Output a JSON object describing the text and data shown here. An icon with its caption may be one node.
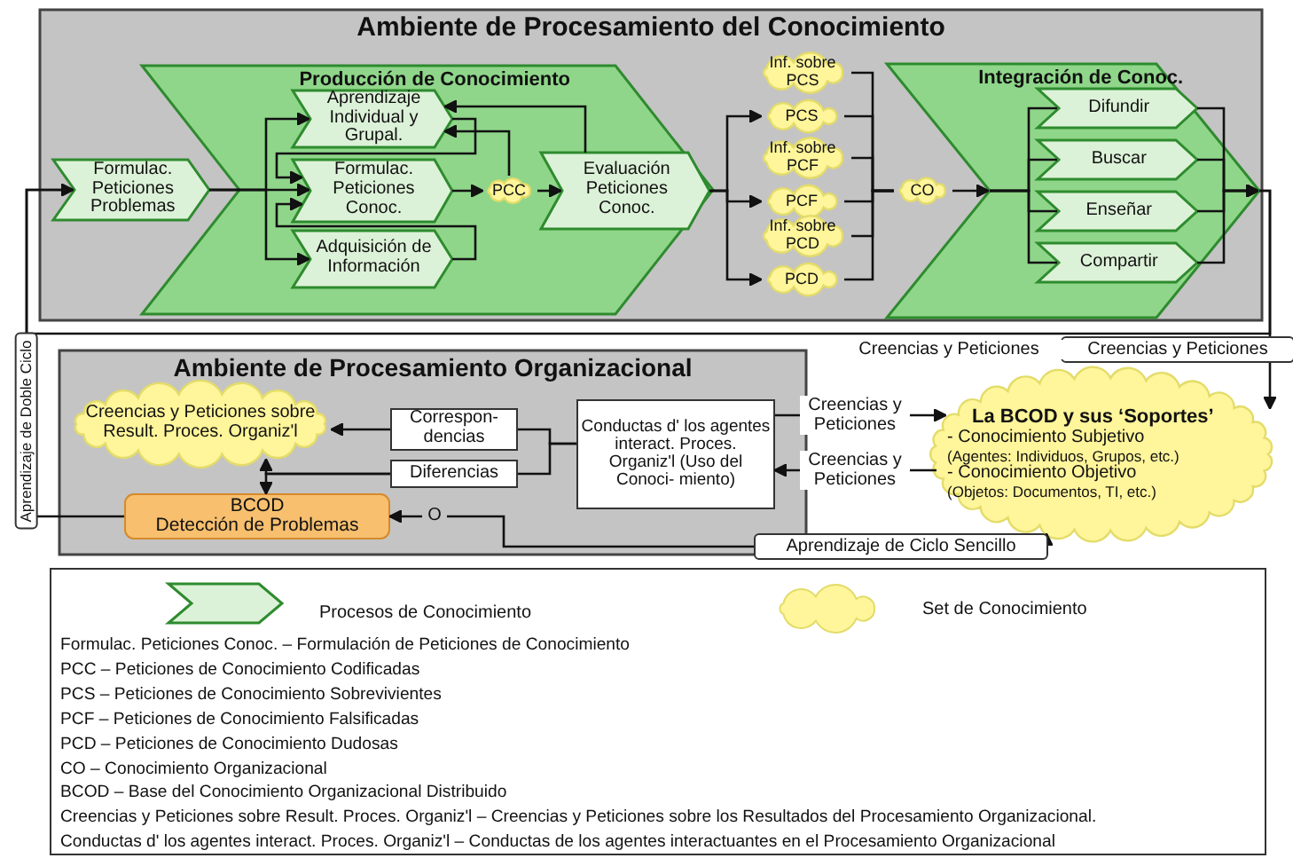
{
  "diagram": {
    "nodes": [
      {
        "text": [
          "Ambiente de Procesamiento del Conocimiento"
        ]
      },
      {
        "text": [
          "Producción de Conocimiento"
        ],
        "in": 0
      },
      {
        "text": [
          "Formulac. Peticiones Problemas"
        ],
        "in": 0
      },
      {
        "text": [
          "Aprendizaje Individual y Grupal."
        ],
        "in": 1
      },
      {
        "text": [
          "Formulac. Peticiones Conoc."
        ],
        "in": 1
      },
      {
        "text": [
          "Adquisición de Información"
        ],
        "in": 1
      },
      {
        "text": [
          "PCC"
        ],
        "in": 1
      },
      {
        "text": [
          "Evaluación Peticiones Conoc."
        ],
        "in": 1
      },
      {
        "text": [
          "Inf. sobre PCS"
        ],
        "in": 0
      },
      {
        "text": [
          "PCS"
        ],
        "in": 0
      },
      {
        "text": [
          "Inf. sobre PCF"
        ],
        "in": 0
      },
      {
        "text": [
          "PCF"
        ],
        "in": 0
      },
      {
        "text": [
          "Inf. sobre PCD"
        ],
        "in": 0
      },
      {
        "text": [
          "PCD"
        ],
        "in": 0
      },
      {
        "text": [
          "CO"
        ],
        "in": 0
      },
      {
        "text": [
          "Integración de Conoc."
        ],
        "in": 0
      },
      {
        "text": [
          "Difundir"
        ],
        "in": 15
      },
      {
        "text": [
          "Buscar"
        ],
        "in": 15
      },
      {
        "text": [
          "Enseñar"
        ],
        "in": 15
      },
      {
        "text": [
          "Compartir"
        ],
        "in": 15
      },
      {
        "text": [
          "Ambiente de Procesamiento Organizacional"
        ]
      },
      {
        "text": [
          "Creencias y Peticiones sobre Result. Proces. Organiz'l"
        ],
        "in": 20
      },
      {
        "text": [
          "Correspon- dencias"
        ],
        "in": 20
      },
      {
        "text": [
          "Diferencias"
        ],
        "in": 20
      },
      {
        "text": [
          "Conductas d' los agentes interact. Proces. Organiz'l (Uso del Conoci- miento)"
        ],
        "in": 20
      },
      {
        "text": [
          "BCOD",
          "Detección de Problemas"
        ],
        "in": 20
      },
      {
        "text": [
          "La BCOD y sus ‘Soportes’",
          "- Conocimiento Subjetivo",
          "(Agentes: Individuos, Grupos, etc.)",
          "- Conocimiento Objetivo",
          "(Objetos: Documentos, TI, etc.)"
        ]
      },
      {
        "text": [
          "O"
        ],
        "in": 20
      }
    ],
    "edges": [
      {
        "from": 2,
        "to": 3,
        "arrow": "to"
      },
      {
        "from": 2,
        "to": 4,
        "arrow": "to"
      },
      {
        "from": 2,
        "to": 5,
        "arrow": "to"
      },
      {
        "from": 3,
        "to": 4,
        "arrow": "to"
      },
      {
        "from": 5,
        "to": 4,
        "arrow": "to"
      },
      {
        "from": 4,
        "to": 6,
        "arrow": "to"
      },
      {
        "from": 6,
        "to": 7,
        "arrow": "to"
      },
      {
        "from": 6,
        "to": 3,
        "arrow": "to"
      },
      {
        "from": 7,
        "to": 3,
        "arrow": "to"
      },
      {
        "from": 7,
        "to": 9,
        "arrow": "to"
      },
      {
        "from": 7,
        "to": 11,
        "arrow": "to"
      },
      {
        "from": 7,
        "to": 13,
        "arrow": "to"
      },
      {
        "from": 8,
        "to": 14,
        "arrow": "none"
      },
      {
        "from": 9,
        "to": 14,
        "arrow": "none"
      },
      {
        "from": 10,
        "to": 14,
        "arrow": "none"
      },
      {
        "from": 11,
        "to": 14,
        "arrow": "none"
      },
      {
        "from": 12,
        "to": 14,
        "arrow": "none"
      },
      {
        "from": 13,
        "to": 14,
        "arrow": "none"
      },
      {
        "from": 14,
        "to": 15,
        "arrow": "to"
      },
      {
        "from": 15,
        "to": 16,
        "arrow": "none"
      },
      {
        "from": 15,
        "to": 17,
        "arrow": "none"
      },
      {
        "from": 15,
        "to": 18,
        "arrow": "none"
      },
      {
        "from": 15,
        "to": 19,
        "arrow": "none"
      },
      {
        "from": 16,
        "to": 15,
        "arrow": "to"
      },
      {
        "from": 17,
        "to": 15,
        "arrow": "to"
      },
      {
        "from": 18,
        "to": 15,
        "arrow": "to"
      },
      {
        "from": 19,
        "to": 15,
        "arrow": "to"
      },
      {
        "from": 15,
        "to": 26,
        "arrow": "to",
        "label": "Creencias y Peticiones"
      },
      {
        "from": 15,
        "to": 2,
        "arrow": "to",
        "label": "Creencias y Peticiones"
      },
      {
        "from": 25,
        "to": 2,
        "arrow": "none",
        "label": "Aprendizaje de Doble Ciclo"
      },
      {
        "from": 24,
        "to": 22,
        "arrow": "none"
      },
      {
        "from": 24,
        "to": 23,
        "arrow": "none"
      },
      {
        "from": 22,
        "to": 21,
        "arrow": "to"
      },
      {
        "from": 23,
        "to": 21,
        "arrow": "to"
      },
      {
        "from": 23,
        "to": 25,
        "arrow": "to"
      },
      {
        "from": 27,
        "to": 25,
        "arrow": "to"
      },
      {
        "from": 27,
        "to": 26,
        "arrow": "to",
        "label": "Aprendizaje de Ciclo Sencillo"
      },
      {
        "from": 24,
        "to": 26,
        "arrow": "to",
        "label": "Creencias y Peticiones"
      },
      {
        "from": 26,
        "to": 24,
        "arrow": "to",
        "label": "Creencias y Peticiones"
      }
    ],
    "labels": [
      "Formulac. Peticiones Conoc. – Formulación de Peticiones de Conocimiento",
      "PCC – Peticiones de Conocimiento Codificadas",
      "PCS – Peticiones de Conocimiento Sobrevivientes",
      "PCF – Peticiones de Conocimiento Falsificadas",
      "PCD – Peticiones de Conocimiento Dudosas",
      "CO – Conocimiento Organizacional",
      "BCOD – Base del Conocimiento Organizacional Distribuido",
      "Creencias y Peticiones sobre Result. Proces. Organiz'l – Creencias y Peticiones sobre los Resultados del Procesamiento Organizacional.",
      "Conductas d' los agentes interact. Proces. Organiz'l – Conductas de los agentes interactuantes en el Procesamiento Organizacional"
    ],
    "legend": [
      {
        "text": "Procesos de Conocimiento"
      },
      {
        "text": "Set de Conocimiento"
      }
    ]
  }
}
